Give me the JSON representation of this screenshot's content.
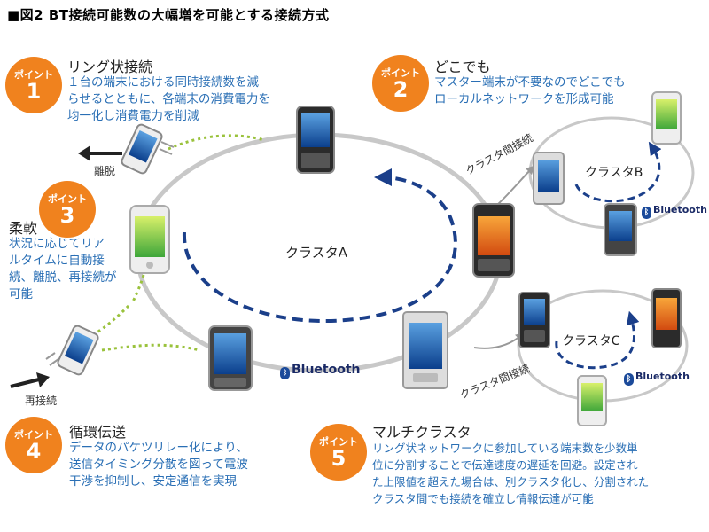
{
  "title": "■図2 BT接続可能数の大幅増を可能とする接続方式",
  "badge_label": "ポイント",
  "points": [
    {
      "num": "1",
      "heading": "リング状接続",
      "desc": [
        "１台の端末における同時接続数を減",
        "らせるとともに、各端末の消費電力を",
        "均一化し消費電力を削減"
      ]
    },
    {
      "num": "2",
      "heading": "どこでも",
      "desc": [
        "マスター端末が不要なのでどこでも",
        "ローカルネットワークを形成可能"
      ]
    },
    {
      "num": "3",
      "heading": "柔軟",
      "desc": [
        "状況に応じてリア",
        "ルタイムに自動接",
        "続、離脱、再接続が",
        "可能"
      ]
    },
    {
      "num": "4",
      "heading": "循環伝送",
      "desc": [
        "データのパケツリレー化により、",
        "送信タイミング分散を図って電波",
        "干渉を抑制し、安定通信を実現"
      ]
    },
    {
      "num": "5",
      "heading": "マルチクラスタ",
      "desc": [
        "リング状ネットワークに参加している端末数を少数単",
        "位に分割することで伝達速度の遅延を回避。設定され",
        "た上限値を超えた場合は、別クラスタ化し、分割された",
        "クラスタ間でも接続を確立し情報伝達が可能"
      ]
    }
  ],
  "labels": {
    "cluster_a": "クラスタA",
    "cluster_b": "クラスタB",
    "cluster_c": "クラスタC",
    "leave": "離脱",
    "reconnect": "再接続",
    "inter_cluster": "クラスタ間接続",
    "bluetooth": "Bluetooth"
  },
  "colors": {
    "accent": "#f0821e",
    "text_blue": "#2a6fb5",
    "arrow_blue": "#1b3f8a",
    "ring": "#c8c8c8",
    "dotted_green": "#9ac23c"
  }
}
